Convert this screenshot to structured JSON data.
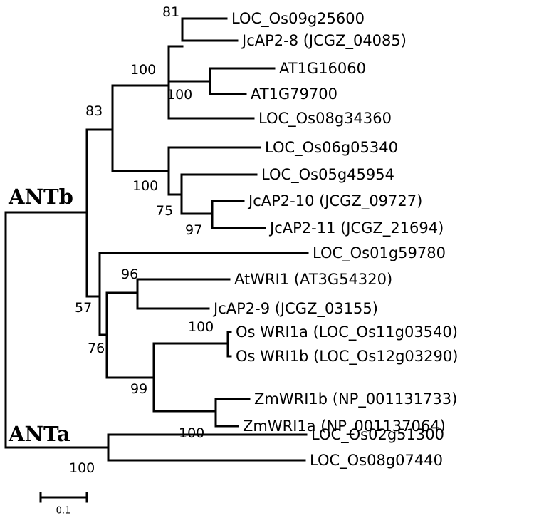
{
  "tree": {
    "groups": [
      "ANTb",
      "ANTa"
    ],
    "leaves": [
      "LOC_Os09g25600",
      "JcAP2-8 (JCGZ_04085)",
      "AT1G16060",
      "AT1G79700",
      "LOC_Os08g34360",
      "LOC_Os06g05340",
      "LOC_Os05g45954",
      "JcAP2-10 (JCGZ_09727)",
      "JcAP2-11 (JCGZ_21694)",
      "LOC_Os01g59780",
      "AtWRI1 (AT3G54320)",
      "JcAP2-9 (JCGZ_03155)",
      "Os WRI1a (LOC_Os11g03540)",
      "Os WRI1b (LOC_Os12g03290)",
      "ZmWRI1b (NP_001131733)",
      "ZmWRI1a (NP_001137064)",
      "LOC_Os02g51300",
      "LOC_Os08g07440"
    ],
    "bootstrap": [
      "81",
      "100",
      "100",
      "83",
      "100",
      "75",
      "97",
      "96",
      "57",
      "76",
      "100",
      "99",
      "100",
      "100"
    ],
    "scale_label": "0.1"
  }
}
